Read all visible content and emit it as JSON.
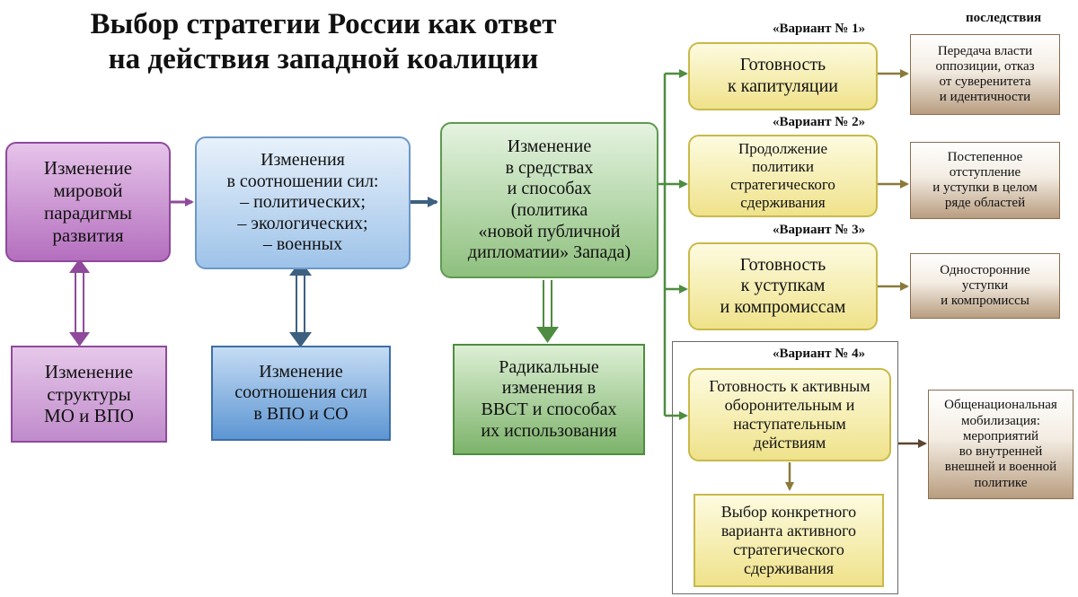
{
  "title": "Выбор стратегии России как ответ\nна действия западной коалиции",
  "consequences_header": "последствия",
  "boxes": {
    "paradigm": "Изменение\nмировой\nпарадигмы\nразвития",
    "mo_vpo": "Изменение\nструктуры\nМО и ВПО",
    "forces": "Изменения\nв соотношении сил:\n– политических;\n– экологических;\n– военных",
    "vpo_so": "Изменение\nсоотношения сил\nв ВПО и СО",
    "means": "Изменение\nв средствах\nи способах\n(политика\n«новой публичной\nдипломатии» Запада)",
    "vvst": "Радикальные\nизменения в\nВВСТ и способах\nих использования"
  },
  "variants": [
    {
      "label": "«Вариант № 1»",
      "text": "Готовность\nк капитуляции",
      "consequence": "Передача власти\nоппозиции, отказ\nот суверенитета\nи идентичности"
    },
    {
      "label": "«Вариант № 2»",
      "text": "Продолжение\nполитики\nстратегического\nсдерживания",
      "consequence": "Постепенное\nотступление\nи уступки в целом\nряде областей"
    },
    {
      "label": "«Вариант № 3»",
      "text": "Готовность\nк уступкам\nи компромиссам",
      "consequence": "Односторонние\nуступки\nи компромиссы"
    },
    {
      "label": "«Вариант № 4»",
      "text": "Готовность к активным\nоборонительным и\nнаступательным\nдействиям",
      "consequence": "Общенациональная\nмобилизация:\nмероприятий\nво внутренней\nвнешней и военной\nполитике",
      "sub": "Выбор конкретного\nварианта активного\nстратегического\nсдерживания"
    }
  ],
  "colors": {
    "purple_arrow": "#8f4a9b",
    "blue_arrow": "#3d6080",
    "green_arrow": "#4e8c40",
    "olive_arrow": "#8a7a3a",
    "brown_arrow": "#5a4630"
  }
}
